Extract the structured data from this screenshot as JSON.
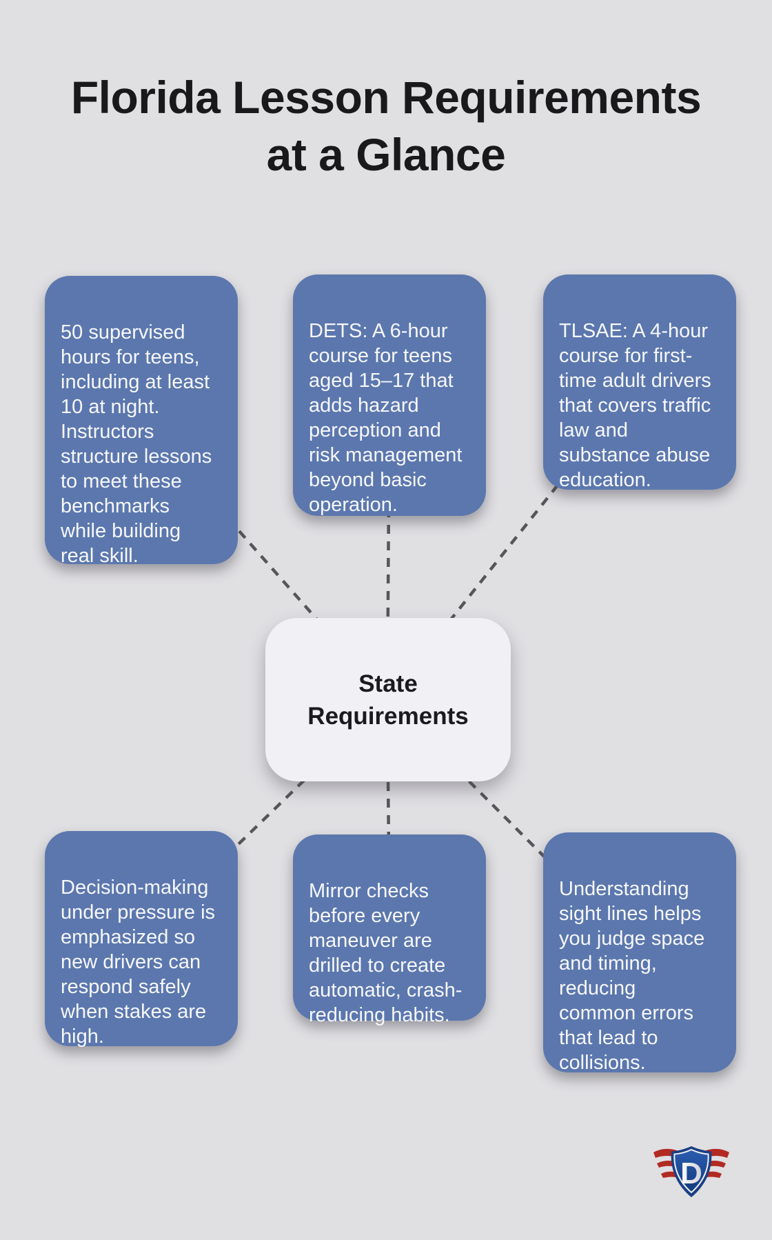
{
  "header": {
    "title": "Florida Lesson Requirements\nat a Glance"
  },
  "center_node": {
    "label": "State\nRequirements"
  },
  "cards": [
    {
      "id": "supervised-hours",
      "text": "50 supervised\nhours for teens,\nincluding at least\n10 at night.\nInstructors\nstructure lessons\nto meet these\nbenchmarks\nwhile building\nreal skill."
    },
    {
      "id": "dets",
      "text": "DETS: A 6-hour\ncourse for teens\naged 15–17 that\nadds hazard\nperception and\nrisk management\nbeyond basic\noperation."
    },
    {
      "id": "tlsae",
      "text": "TLSAE: A 4-hour\ncourse for first-\ntime adult drivers\nthat covers traffic\nlaw and\nsubstance abuse\neducation."
    },
    {
      "id": "decision-making",
      "text": "Decision-making\nunder pressure is\nemphasized so\nnew drivers can\nrespond safely\nwhen stakes are\nhigh."
    },
    {
      "id": "mirror-checks",
      "text": "Mirror checks\nbefore every\nmaneuver are\ndrilled to create\nautomatic, crash-\nreducing habits."
    },
    {
      "id": "sight-lines",
      "text": "Understanding\nsight lines helps\nyou judge space\nand timing,\nreducing\ncommon errors\nthat lead to\ncollisions."
    }
  ],
  "logo": {
    "letter": "D"
  },
  "colors": {
    "background": "#e0dfe2",
    "card_blue": "#5b77ae",
    "card_text": "#f7f7f9",
    "center_node_bg": "#f1f0f4",
    "title_text": "#19191b",
    "connector_gray": "#565658",
    "logo_navy": "#1a3f85",
    "logo_blue": "#1d51a3",
    "logo_red": "#b22a22"
  }
}
